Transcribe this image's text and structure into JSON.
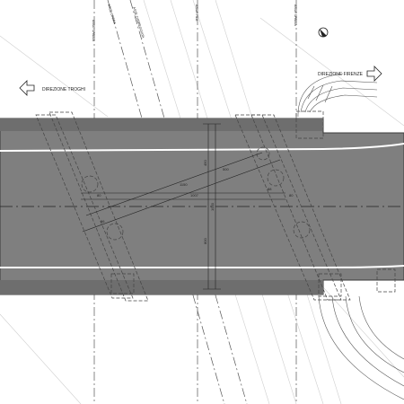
{
  "labels": {
    "direction_left": "DIREZIONE TROGHI",
    "direction_right": "DIREZIONE FIRENZE",
    "axis_1": "ASSE SPALLA",
    "axis_2": "ASSE OPERA",
    "axis_3": "ASSE CARREGGIATA",
    "axis_4": "ASSE PILA",
    "axis_5": "ASSE SPALLA"
  },
  "dimensions": {
    "overall_diag": "1150",
    "half_diag": "1007",
    "upper_right": "500",
    "left_small": "80",
    "right_small": "80",
    "upper_vert": "450",
    "lower_vert": "1000",
    "lower_vert_2": "800",
    "left_diag": "96",
    "right_top": "88"
  },
  "colors": {
    "deck": "#7f7f7f",
    "deck_border": "#3a3a3a",
    "lane_line": "#ffffff",
    "lines": "#555555",
    "dashed": "#888888"
  }
}
